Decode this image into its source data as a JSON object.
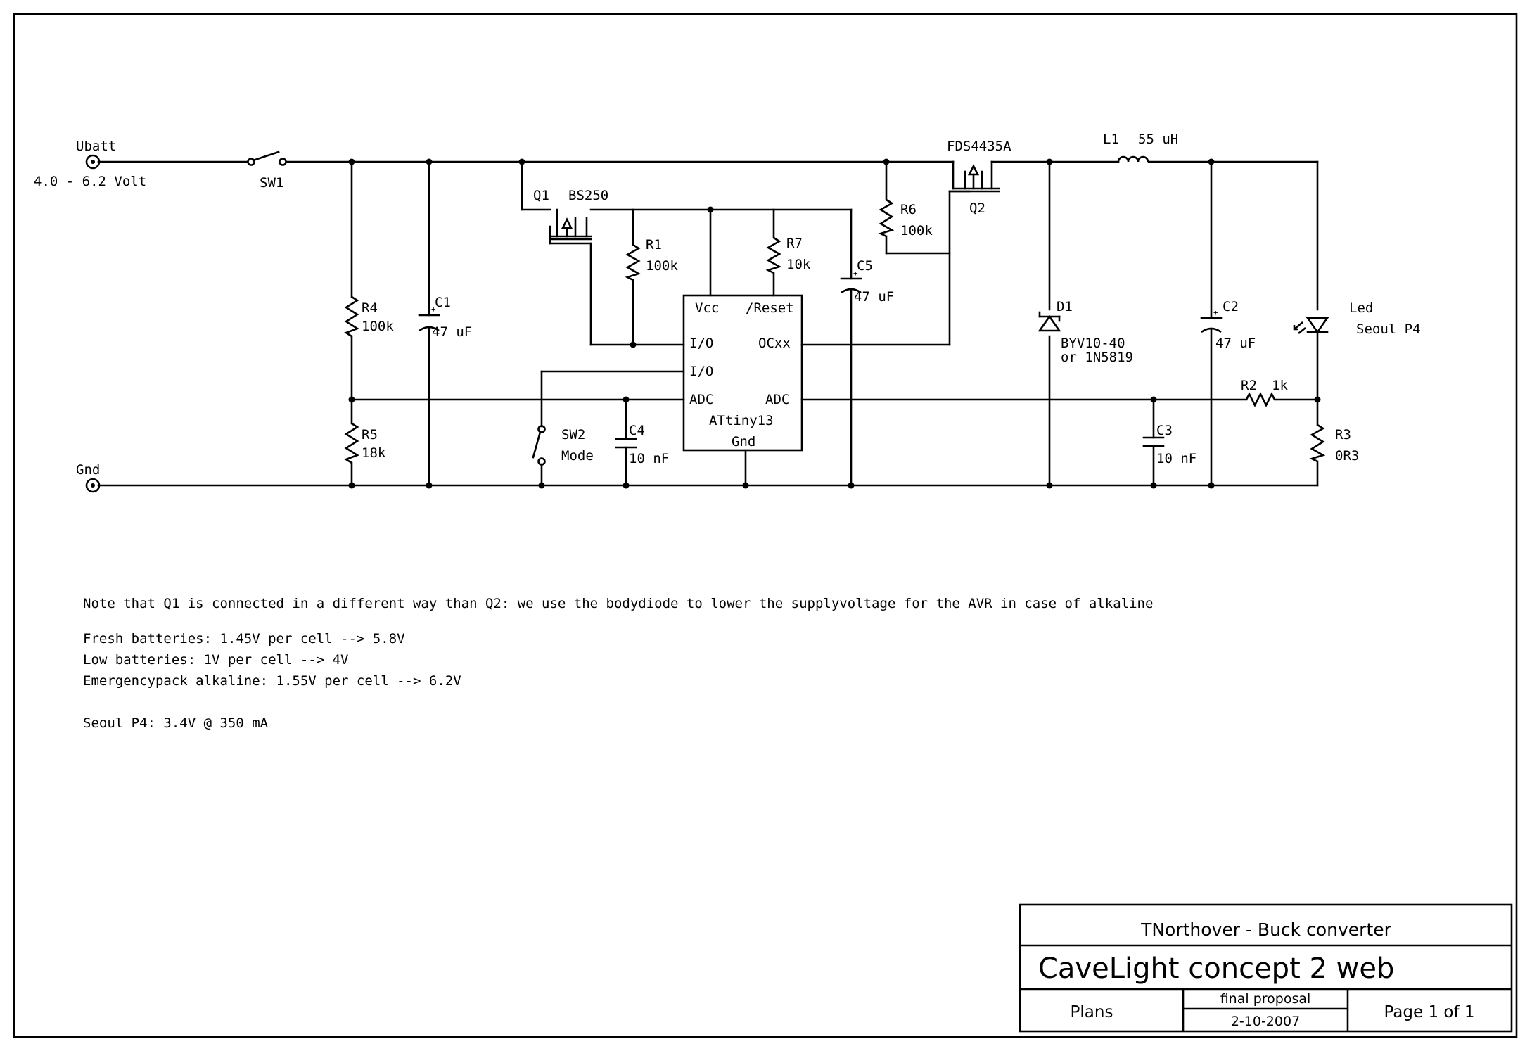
{
  "inputs": {
    "ubatt_label": "Ubatt",
    "ubatt_range": "4.0 - 6.2 Volt",
    "gnd_label": "Gnd",
    "sw1_label": "SW1"
  },
  "components": {
    "q1_ref": "Q1",
    "q1_part": "BS250",
    "q2_part": "FDS4435A",
    "q2_ref": "Q2",
    "l1_ref": "L1",
    "l1_value": "55 uH",
    "r1_ref": "R1",
    "r1_value": "100k",
    "r7_ref": "R7",
    "r7_value": "10k",
    "r6_ref": "R6",
    "r6_value": "100k",
    "r4_ref": "R4",
    "r4_value": "100k",
    "r5_ref": "R5",
    "r5_value": "18k",
    "r2_ref": "R2",
    "r2_value": "1k",
    "r3_ref": "R3",
    "r3_value": "0R3",
    "c1_ref": "C1",
    "c1_value": "47 uF",
    "c5_ref": "C5",
    "c5_value": "47 uF",
    "c2_ref": "C2",
    "c2_value": "47 uF",
    "c3_ref": "C3",
    "c3_value": "10 nF",
    "c4_ref": "C4",
    "c4_value": "10 nF",
    "d1_ref": "D1",
    "d1_value": "BYV10-40",
    "d1_alt": "or 1N5819",
    "led_ref": "Led",
    "led_value": "Seoul P4",
    "sw2_ref": "SW2",
    "sw2_value": "Mode"
  },
  "ic": {
    "vcc": "Vcc",
    "reset": "/Reset",
    "io1": "I/O",
    "io2": "I/O",
    "ocxx": "OCxx",
    "adc_left": "ADC",
    "adc_right": "ADC",
    "name": "ATtiny13",
    "gnd": "Gnd"
  },
  "notes": {
    "line1": "Note that Q1 is connected in a different way than Q2: we use the bodydiode to lower the supplyvoltage for the AVR in case of alkaline",
    "line2": "Fresh batteries: 1.45V per cell --> 5.8V",
    "line3": "Low batteries: 1V per cell --> 4V",
    "line4": "Emergencypack alkaline: 1.55V per cell --> 6.2V",
    "line5": "Seoul P4:  3.4V @ 350 mA"
  },
  "title_block": {
    "author": "TNorthover - Buck converter",
    "title": "CaveLight concept 2 web",
    "sheet_type": "Plans",
    "status": "final proposal",
    "date": "2-10-2007",
    "page": "Page 1 of 1"
  }
}
